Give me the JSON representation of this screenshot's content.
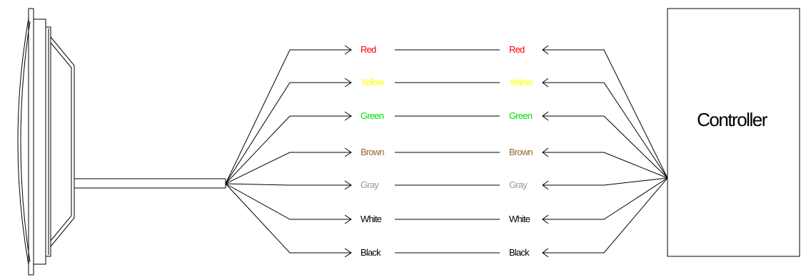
{
  "controller": {
    "label": "Controller"
  },
  "wires": [
    {
      "label": "Red",
      "color": "#ff0000"
    },
    {
      "label": "Yellow",
      "color": "#ffff00"
    },
    {
      "label": "Green",
      "color": "#00dd00"
    },
    {
      "label": "Brown",
      "color": "#996633"
    },
    {
      "label": "Gray",
      "color": "#999999"
    },
    {
      "label": "White",
      "color": "#000000"
    },
    {
      "label": "Black",
      "color": "#000000"
    }
  ]
}
